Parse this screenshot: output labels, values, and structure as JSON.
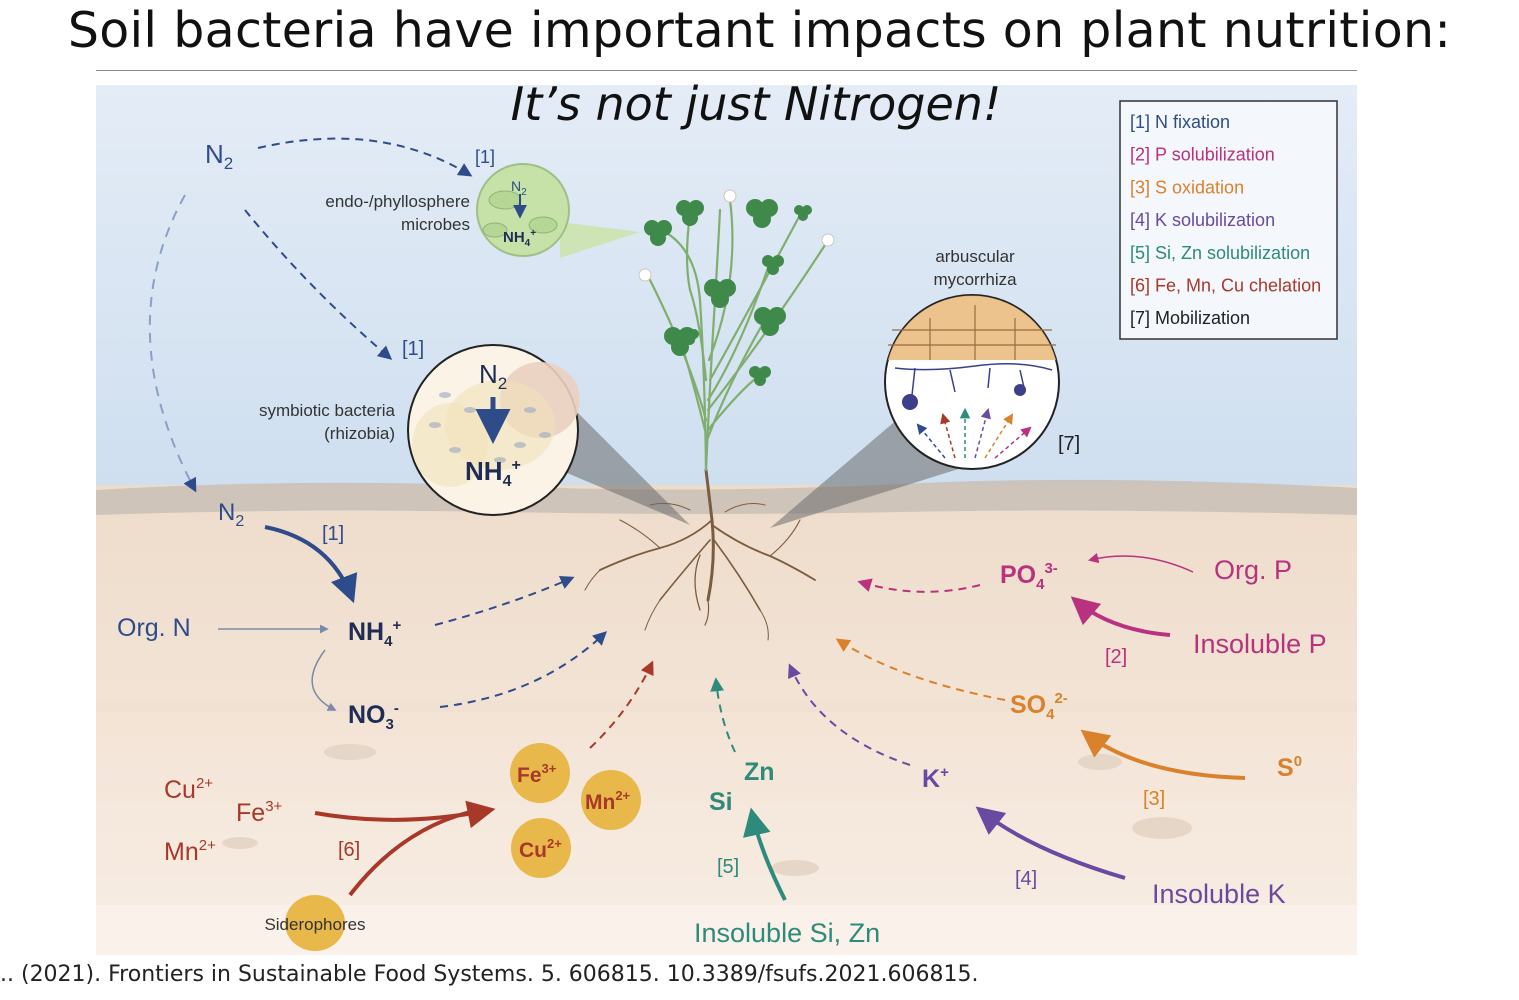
{
  "slide": {
    "title": "Soil bacteria have important impacts on plant nutrition:",
    "subtitle": "It’s not just Nitrogen!",
    "citation": ".. (2021). Frontiers in Sustainable Food Systems. 5. 606815. 10.3389/fsufs.2021.606815."
  },
  "legend": [
    {
      "text": "[1] N fixation",
      "color": "#2f4c8a"
    },
    {
      "text": "[2] P solubilization",
      "color": "#b8327f"
    },
    {
      "text": "[3] S oxidation",
      "color": "#d9822b"
    },
    {
      "text": "[4] K solubilization",
      "color": "#6a4aa0"
    },
    {
      "text": "[5] Si, Zn solubilization",
      "color": "#2e8a7a"
    },
    {
      "text": "[6] Fe, Mn, Cu chelation",
      "color": "#a8392a"
    },
    {
      "text": "[7] Mobilization",
      "color": "#222222"
    }
  ],
  "colors": {
    "sky": "#dde8f4",
    "soil_top": "#ede0d2",
    "soil_mid": "#f2e4d6",
    "soil_bottom": "#f7ece2",
    "nitrogen": "#2f4c8a",
    "phosphorus": "#b8327f",
    "sulfur": "#d9822b",
    "potassium": "#6a4aa0",
    "silicon_zinc": "#2e8a7a",
    "iron": "#a8392a",
    "ion_circle": "#e8b84a",
    "leaf": "#3f8a4a"
  },
  "labels": {
    "n2_air": "N",
    "n2_sub": "2",
    "ref1_top": "[1]",
    "ref1_mid": "[1]",
    "ref1_soil": "[1]",
    "endo_line1": "endo-/phyllosphere",
    "endo_line2": "microbes",
    "inset_small_n2": "N",
    "inset_small_sub": "2",
    "inset_small_nh4": "NH",
    "inset_small_nh4_sub": "4",
    "inset_small_nh4_sup": "+",
    "symbiotic_line1": "symbiotic bacteria",
    "symbiotic_line2": "(rhizobia)",
    "inset_big_n2": "N",
    "inset_big_sub": "2",
    "inset_big_nh4": "NH",
    "inset_big_nh4_sub": "4",
    "inset_big_nh4_sup": "+",
    "myco_line1": "arbuscular",
    "myco_line2": "mycorrhiza",
    "ref7": "[7]",
    "soil_n2": "N",
    "soil_n2_sub": "2",
    "org_n": "Org. N",
    "nh4": "NH",
    "nh4_sub": "4",
    "nh4_sup": "+",
    "no3": "NO",
    "no3_sub": "3",
    "no3_sup": "-",
    "po4": "PO",
    "po4_sub": "4",
    "po4_sup": "3-",
    "org_p": "Org. P",
    "insoluble_p": "Insoluble P",
    "ref2": "[2]",
    "so4": "SO",
    "so4_sub": "4",
    "so4_sup": "2-",
    "s0": "S",
    "s0_sup": "0",
    "ref3": "[3]",
    "k_plus": "K",
    "k_plus_sup": "+",
    "insoluble_k": "Insoluble K",
    "ref4": "[4]",
    "zn": "Zn",
    "si": "Si",
    "ref5": "[5]",
    "insoluble_si_zn": "Insoluble Si, Zn",
    "cu_left": "Cu",
    "cu_left_sup": "2+",
    "fe_left": "Fe",
    "fe_left_sup": "3+",
    "mn_left": "Mn",
    "mn_left_sup": "2+",
    "ref6": "[6]",
    "siderophores": "Siderophores",
    "fe_ion": "Fe",
    "fe_ion_sup": "3+",
    "mn_ion": "Mn",
    "mn_ion_sup": "2+",
    "cu_ion": "Cu",
    "cu_ion_sup": "2+"
  }
}
